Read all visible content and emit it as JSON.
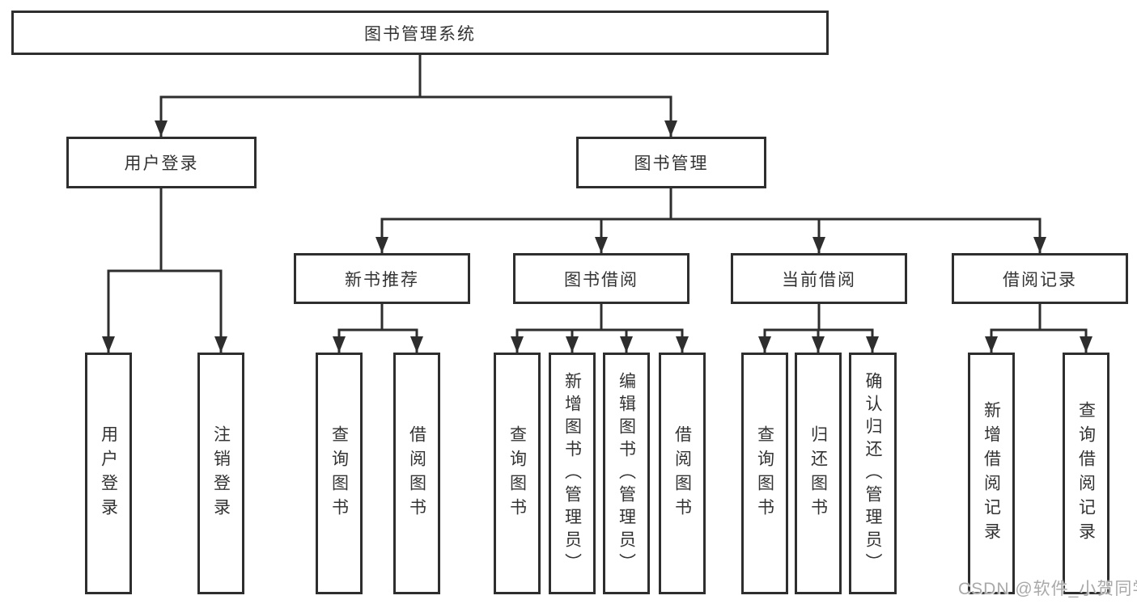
{
  "diagram": {
    "title": "图书管理系统",
    "hierarchy": {
      "root": {
        "label": "图书管理系统"
      },
      "level2": [
        {
          "label": "用户登录",
          "children": [
            {
              "label": "用户登录"
            },
            {
              "label": "注销登录"
            }
          ]
        },
        {
          "label": "图书管理",
          "modules": [
            {
              "label": "新书推荐",
              "children": [
                {
                  "label": "查询图书"
                },
                {
                  "label": "借阅图书"
                }
              ]
            },
            {
              "label": "图书借阅",
              "children": [
                {
                  "label": "查询图书"
                },
                {
                  "label": "新增图书（管理员）"
                },
                {
                  "label": "编辑图书（管理员）"
                },
                {
                  "label": "借阅图书"
                }
              ]
            },
            {
              "label": "当前借阅",
              "children": [
                {
                  "label": "查询图书"
                },
                {
                  "label": "归还图书"
                },
                {
                  "label": "确认归还（管理员）"
                }
              ]
            },
            {
              "label": "借阅记录",
              "children": [
                {
                  "label": "新增借阅记录"
                },
                {
                  "label": "查询借阅记录"
                }
              ]
            }
          ]
        }
      ]
    },
    "watermark": {
      "text": "CSDN @软件_小贺同学"
    },
    "colors": {
      "line": "#2e2e2e",
      "text": "#333333",
      "box_fill": "#ffffff",
      "background": "#ffffff",
      "watermark": "#a9a9a9"
    }
  }
}
